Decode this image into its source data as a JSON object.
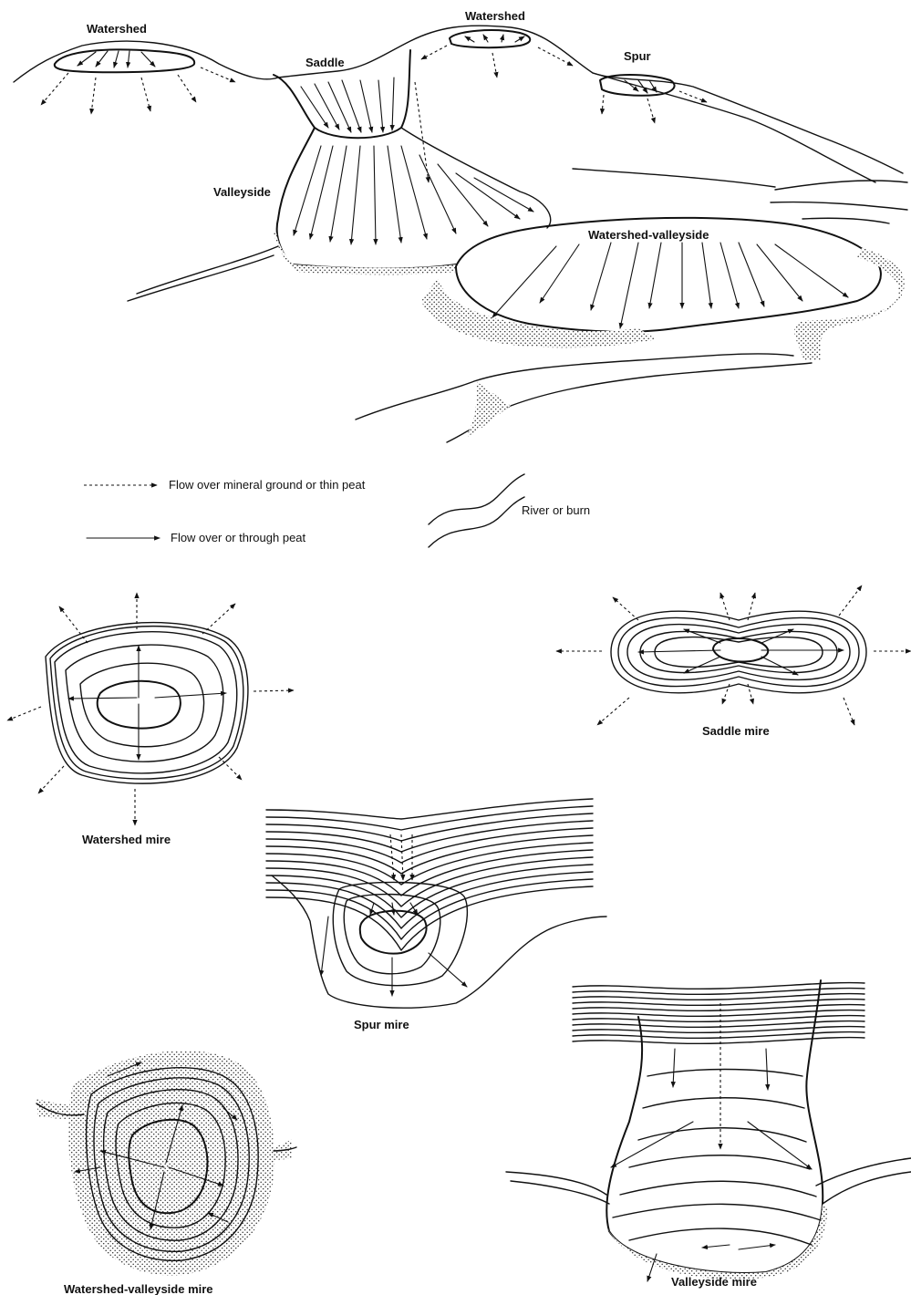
{
  "labels": {
    "watershed_left": "Watershed",
    "watershed_top": "Watershed",
    "saddle": "Saddle",
    "spur": "Spur",
    "valleyside": "Valleyside",
    "watershed_valleyside": "Watershed-valleyside"
  },
  "legend": {
    "dashed_flow": "Flow over mineral ground or thin peat",
    "solid_flow": "Flow over or through peat",
    "river": "River or burn"
  },
  "captions": {
    "watershed_mire": "Watershed mire",
    "saddle_mire": "Saddle mire",
    "spur_mire": "Spur mire",
    "watershed_valleyside_mire": "Watershed-valleyside mire",
    "valleyside_mire": "Valleyside mire"
  }
}
